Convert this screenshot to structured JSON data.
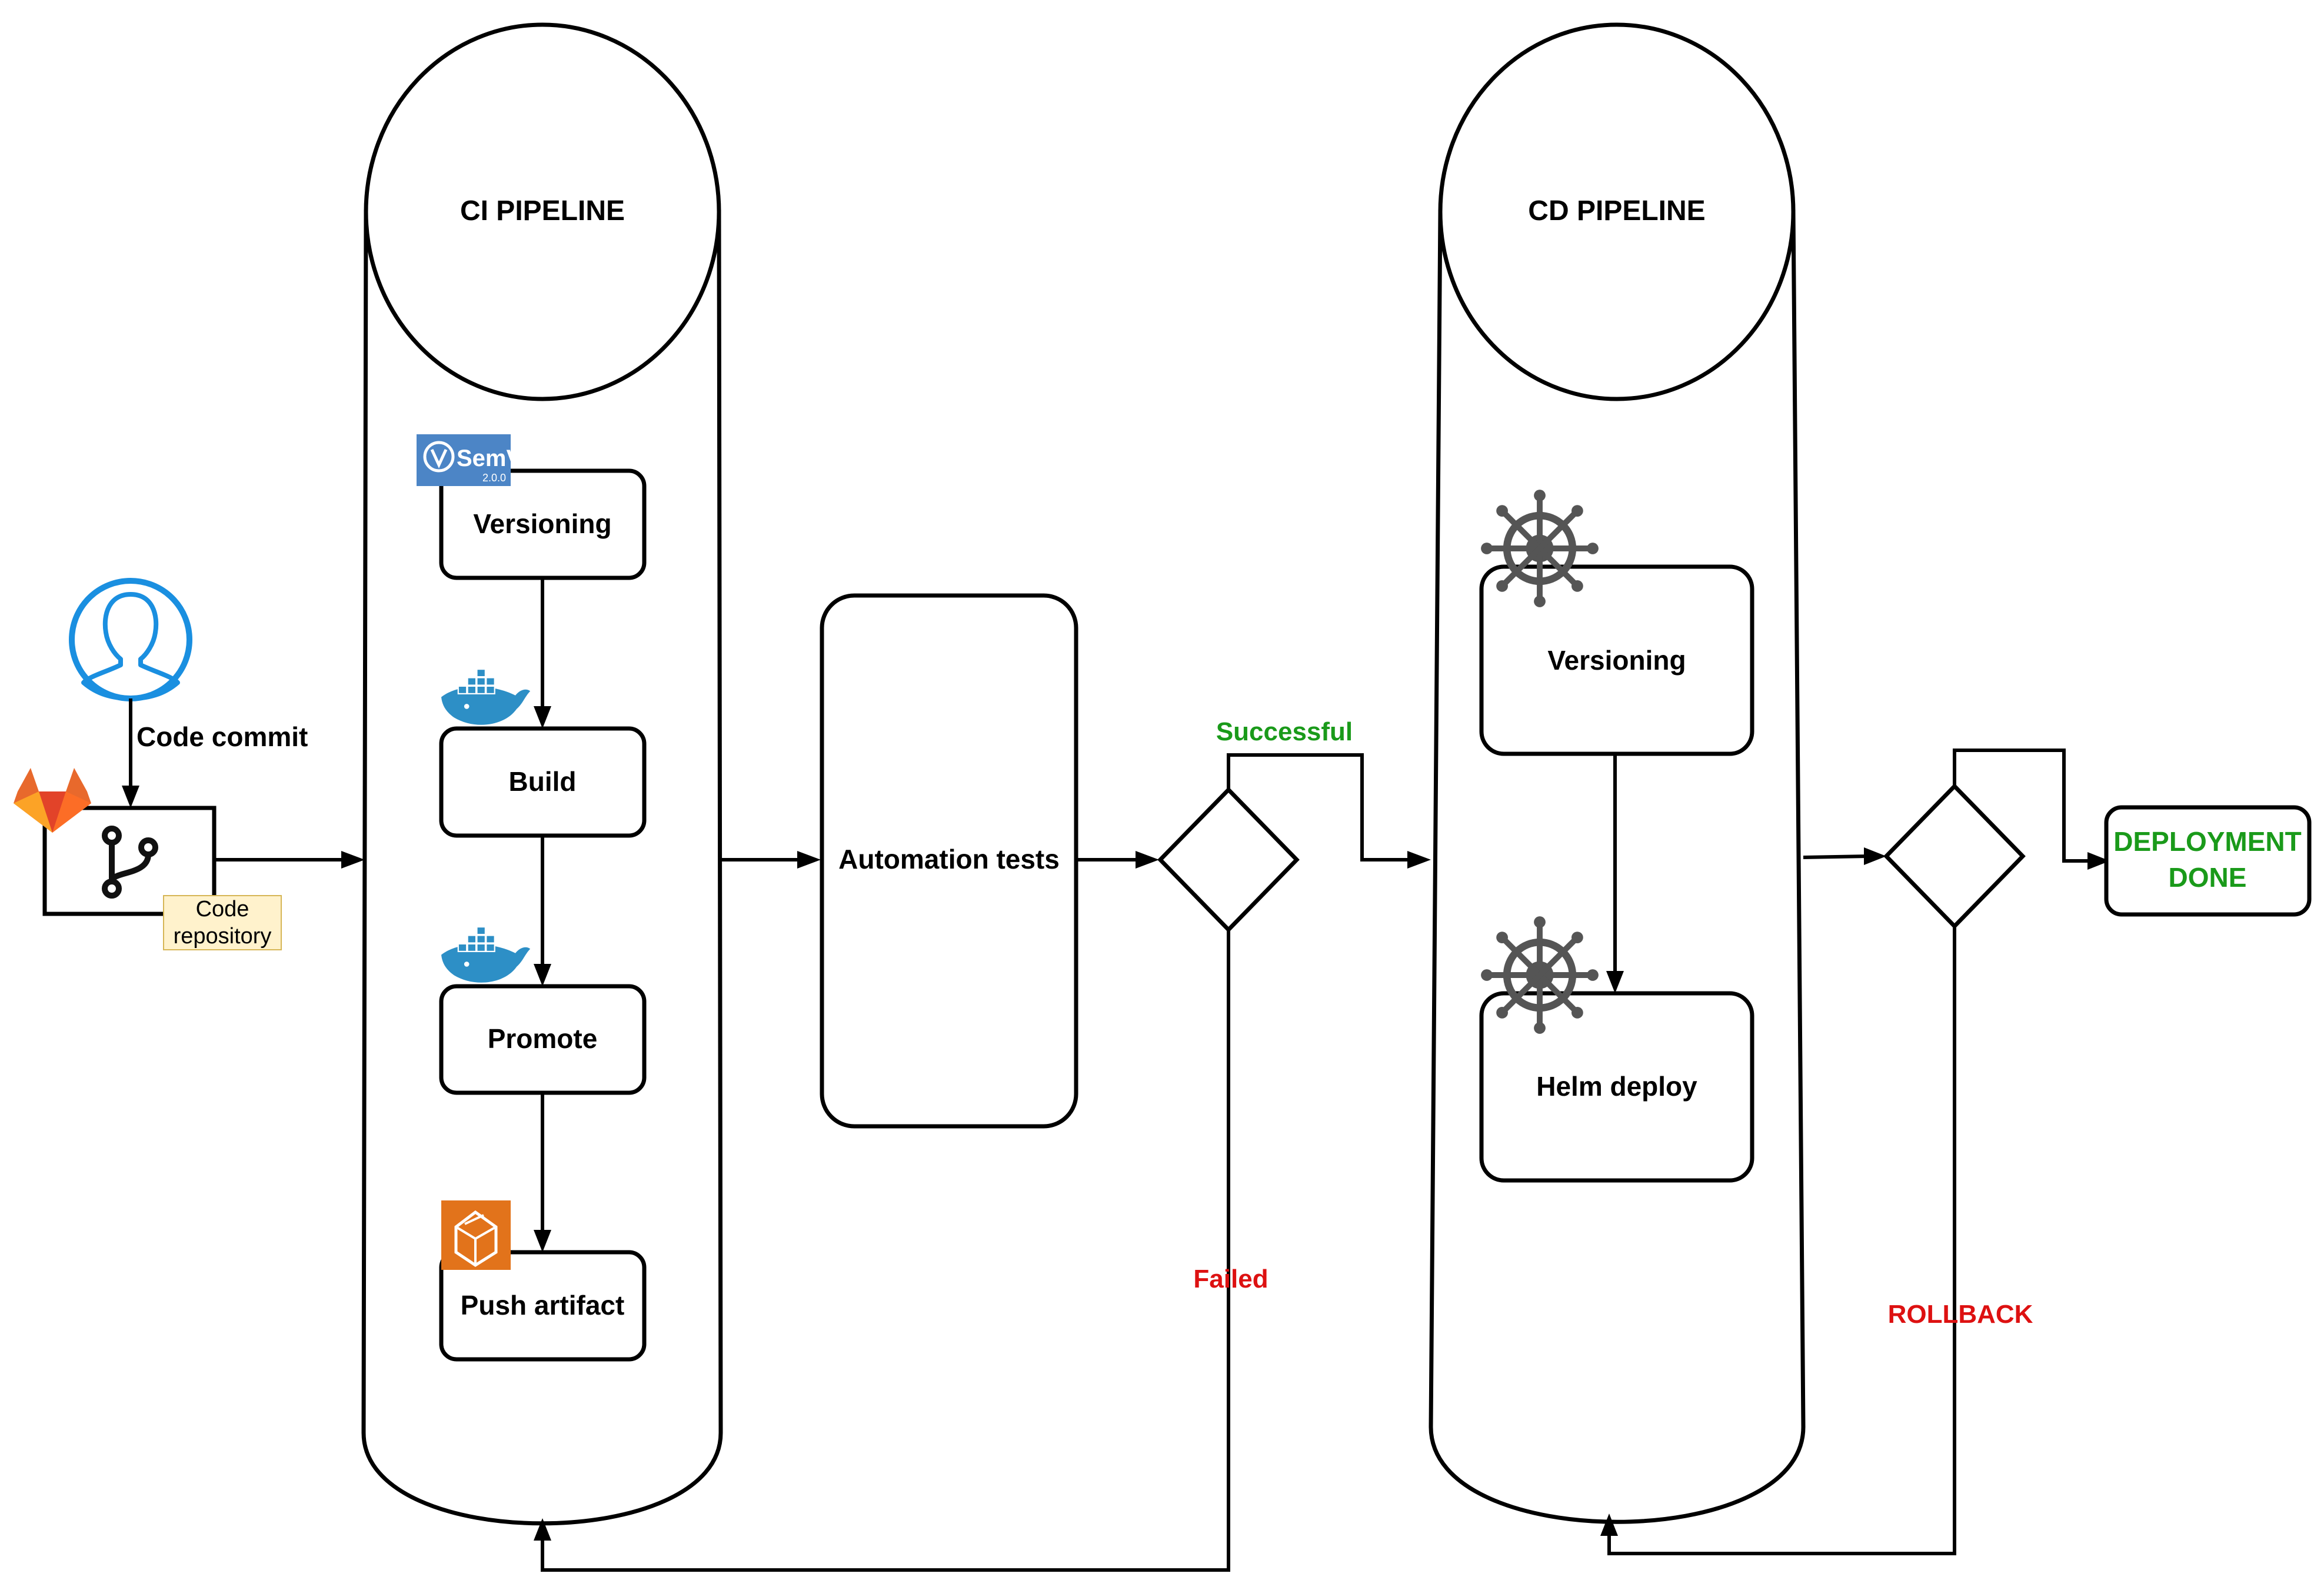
{
  "user": {
    "label": "Code commit",
    "icon": "user-icon"
  },
  "repo": {
    "label": "Code repository",
    "label_line1": "Code",
    "label_line2": "repository",
    "icons": [
      "gitlab-icon",
      "git-branch-icon"
    ]
  },
  "ci": {
    "title": "CI PIPELINE",
    "steps": [
      {
        "label": "Versioning",
        "icon": "semver-icon",
        "badge_text": "SemVer",
        "badge_sub": "2.0.0"
      },
      {
        "label": "Build",
        "icon": "docker-icon"
      },
      {
        "label": "Promote",
        "icon": "docker-icon"
      },
      {
        "label": "Push artifact",
        "icon": "aws-package-icon"
      }
    ]
  },
  "tests": {
    "label": "Automation tests"
  },
  "gate1": {
    "success_label": "Successful",
    "fail_label": "Failed"
  },
  "cd": {
    "title": "CD PIPELINE",
    "steps": [
      {
        "label": "Versioning",
        "icon": "helm-icon"
      },
      {
        "label": "Helm deploy",
        "icon": "helm-icon"
      }
    ]
  },
  "gate2": {
    "rollback_label": "ROLLBACK"
  },
  "done": {
    "line1": "DEPLOYMENT",
    "line2": "DONE"
  },
  "colors": {
    "success": "#1a9a1a",
    "fail": "#dd1111",
    "user_icon": "#1a8fe0",
    "semver": "#4c85c6",
    "docker": "#2d8fc6",
    "aws": "#e2731b",
    "gitlab": "#e8692c",
    "helm": "#555555",
    "repo_tag_bg": "#fff2cc"
  }
}
